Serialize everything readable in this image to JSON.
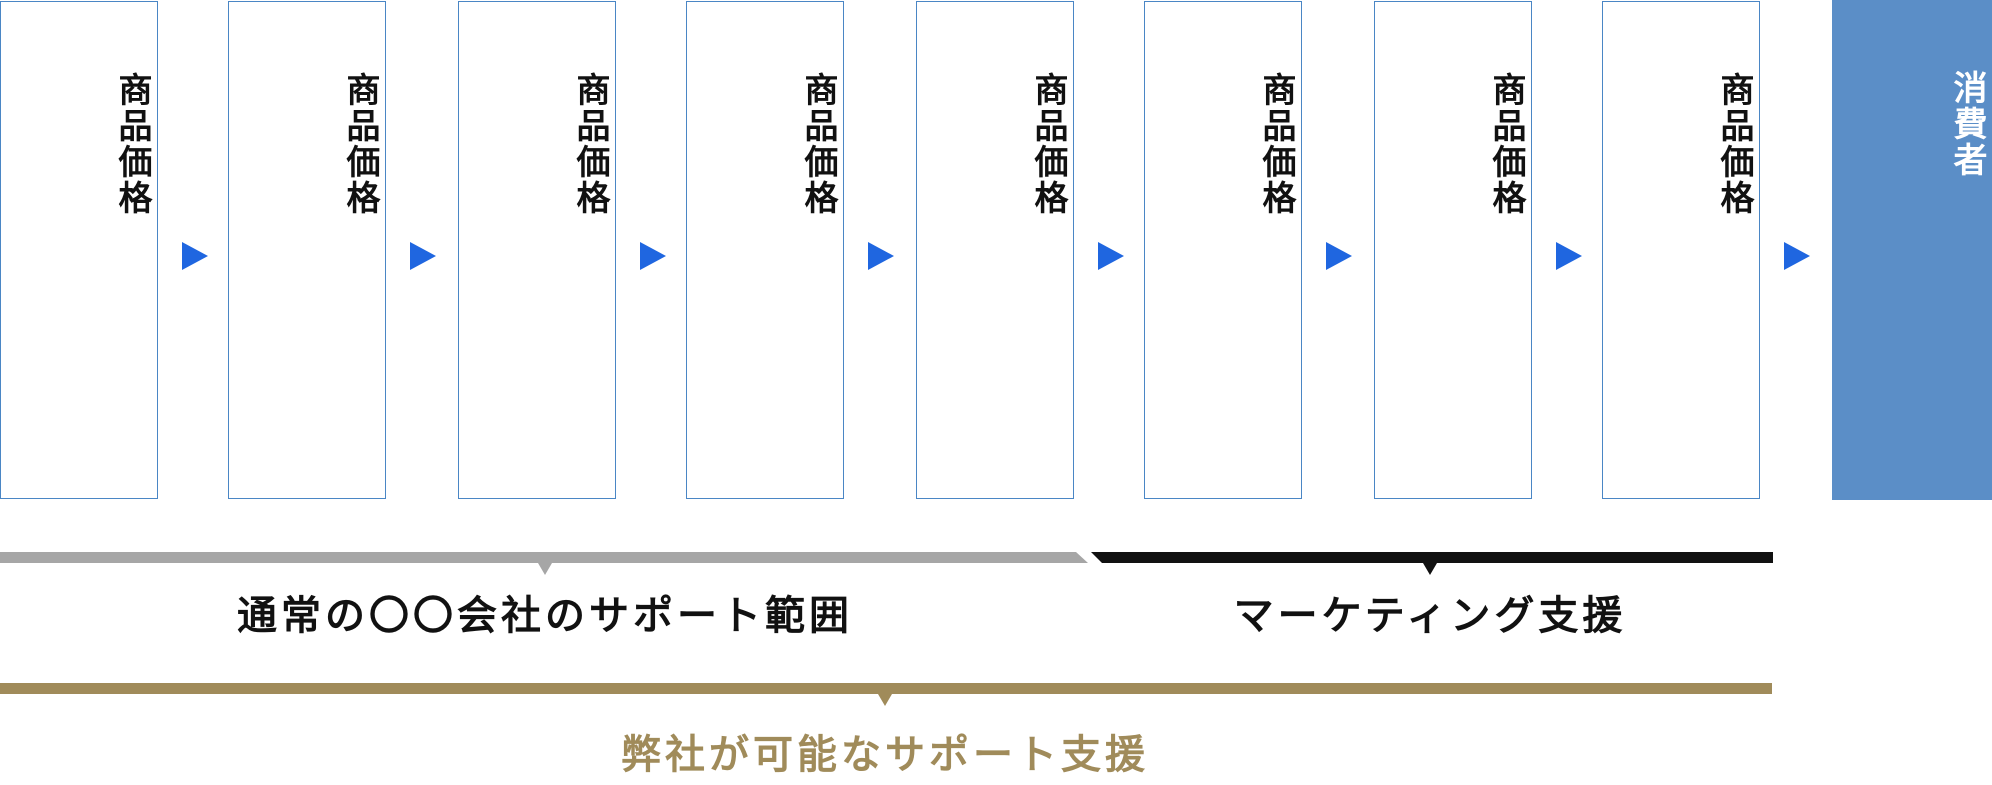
{
  "stages": [
    {
      "label": "商品価格"
    },
    {
      "label": "商品価格"
    },
    {
      "label": "商品価格"
    },
    {
      "label": "商品価格"
    },
    {
      "label": "商品価格"
    },
    {
      "label": "商品価格"
    },
    {
      "label": "商品価格"
    },
    {
      "label": "商品価格"
    }
  ],
  "consumer": {
    "label": "消費者"
  },
  "brackets": {
    "normal_support": {
      "label": "通常の〇〇会社のサポート範囲",
      "color": "#a6a6a6"
    },
    "marketing_support": {
      "label": "マーケティング支援",
      "color": "#111111"
    },
    "our_support": {
      "label": "弊社が可能なサポート支援",
      "color": "#a08b5a"
    }
  },
  "colors": {
    "box_border": "#4a86c5",
    "arrow": "#1f66e0",
    "consumer_fill": "#5b8ec7"
  }
}
